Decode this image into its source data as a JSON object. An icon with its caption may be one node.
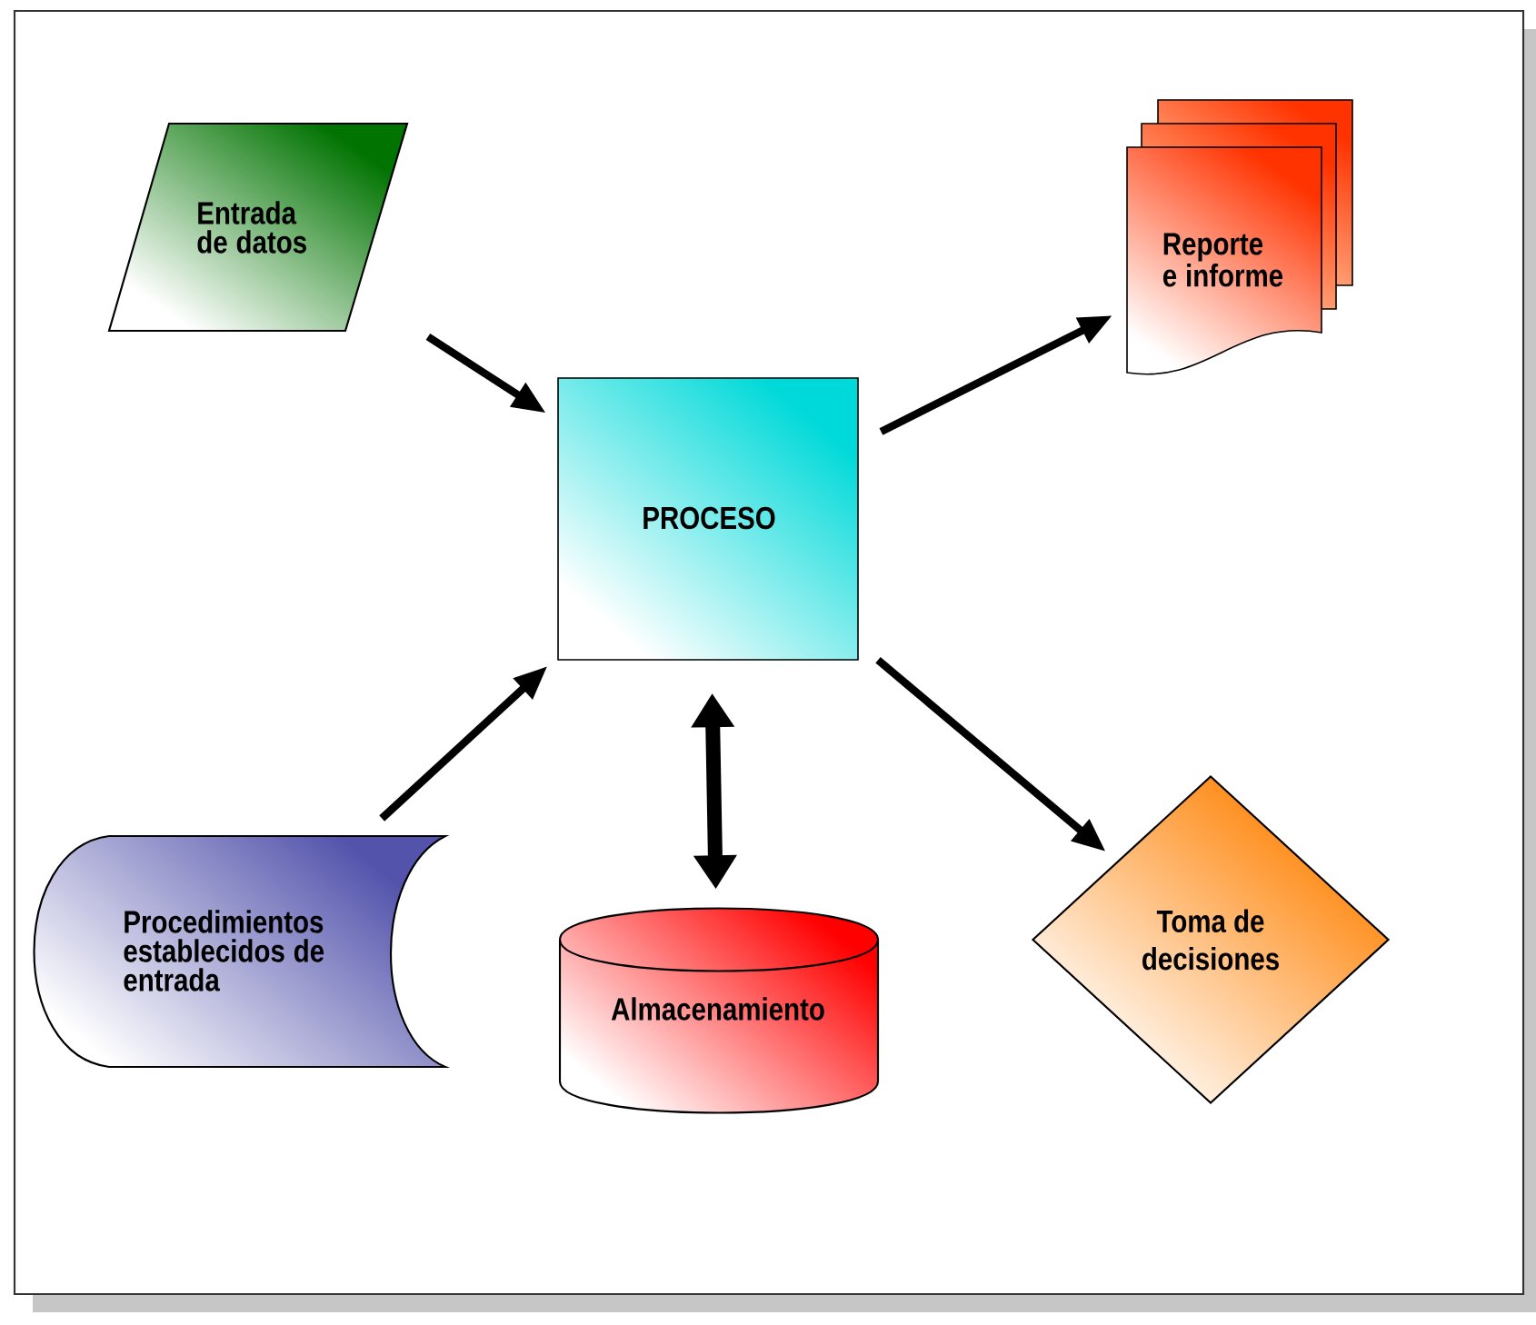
{
  "diagram": {
    "nodes": [
      {
        "text": [
          "Entrada de datos"
        ]
      },
      {
        "text": [
          "Reporte e informe"
        ]
      },
      {
        "text": [
          "PROCESO"
        ]
      },
      {
        "text": [
          "Procedimientos establecidos de entrada"
        ]
      },
      {
        "text": [
          "Almacenamiento"
        ]
      },
      {
        "text": [
          "Toma de decisiones"
        ]
      }
    ],
    "edges": [
      {
        "from": 0,
        "to": 2,
        "arrow": "to"
      },
      {
        "from": 3,
        "to": 2,
        "arrow": "to"
      },
      {
        "from": 2,
        "to": 1,
        "arrow": "to"
      },
      {
        "from": 2,
        "to": 5,
        "arrow": "to"
      },
      {
        "from": 2,
        "to": 4,
        "arrow": "both",
        "style": "thick"
      }
    ]
  }
}
